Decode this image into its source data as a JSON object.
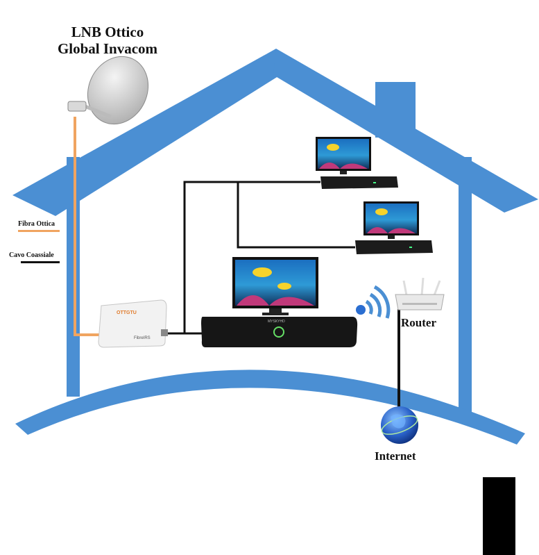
{
  "labels": {
    "lnb_line1": "LNB Ottico",
    "lnb_line2": "Global Invacom",
    "router": "Router",
    "internet": "Internet"
  },
  "legend": {
    "fibra": "Fibra Ottica",
    "cavo": "Cavo Coassiale"
  },
  "devices": {
    "ott_label": "OTTGTU",
    "fibre_brand": "FibreIRS",
    "stb_brand": "MYSKYHD"
  },
  "colors": {
    "house": "#4b8fd3",
    "fiber": "#f0a460",
    "coax": "#111111",
    "background": "#ffffff"
  }
}
